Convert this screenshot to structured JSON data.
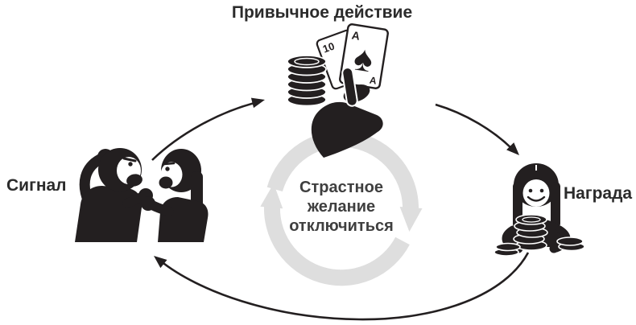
{
  "diagram": {
    "background_color": "#ffffff",
    "ink_color": "#231f20",
    "cycle_color": "#dedede",
    "craving_text_color": "#3f3f3f",
    "title": "Привычное действие",
    "cue": {
      "label": "Сигнал"
    },
    "reward": {
      "label": "Награда"
    },
    "craving": {
      "line1": "Страстное",
      "line2": "желание",
      "line3": "отключиться"
    },
    "cards": {
      "back_card_rank": "10",
      "front_card_rank_top": "A",
      "front_card_rank_bottom": "A",
      "suit_symbol": "♠"
    }
  }
}
